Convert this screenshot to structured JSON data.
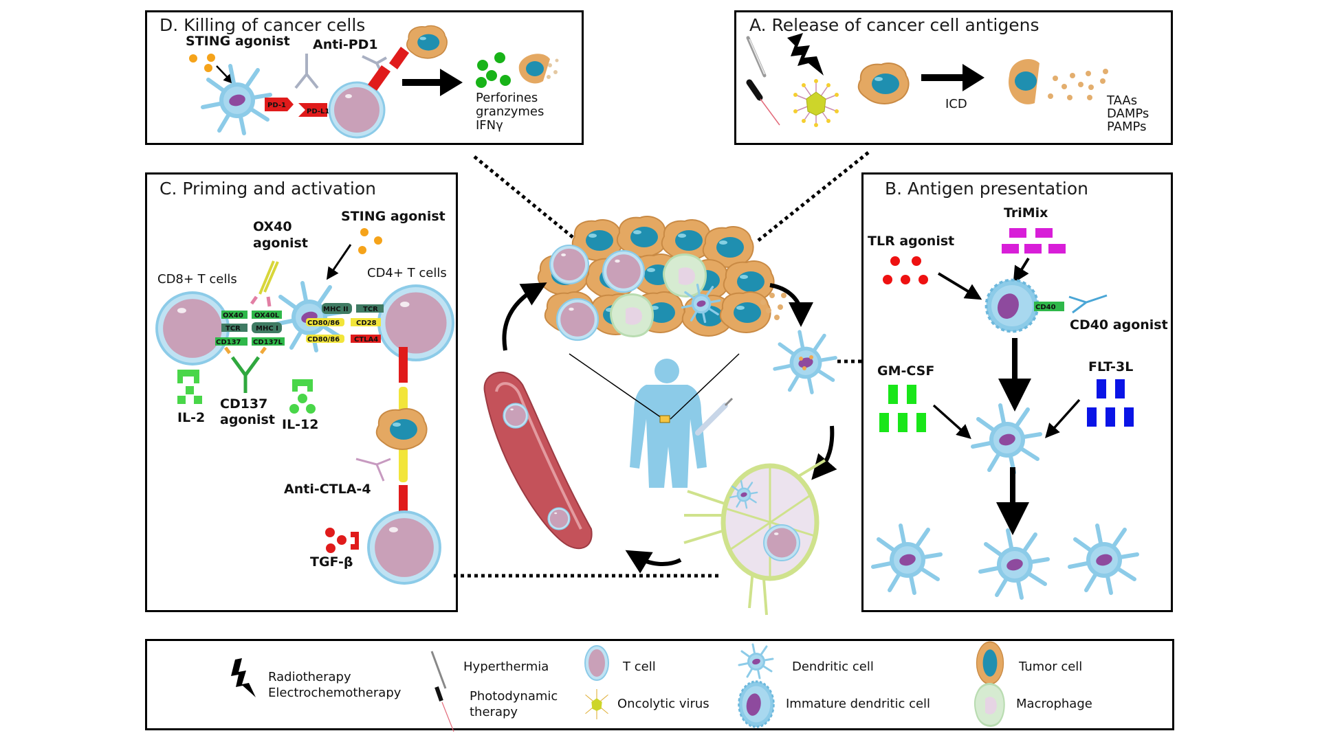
{
  "panels": {
    "d": {
      "title": "D. Killing of cancer cells",
      "sting_agonist": "STING agonist",
      "anti_pd1": "Anti-PD1",
      "receptor_pd1": "PD-1",
      "ligand_pdl1": "PD-L1",
      "outputs": [
        "Perforines",
        "granzymes",
        "IFNγ"
      ]
    },
    "a": {
      "title": "A. Release of cancer cell antigens",
      "process_label": "ICD",
      "outputs": [
        "TAAs",
        "DAMPs",
        "PAMPs"
      ]
    },
    "c": {
      "title": "C. Priming and activation",
      "ox40_agonist": [
        "OX40",
        "agonist"
      ],
      "sting_agonist": "STING agonist",
      "cd8_label": "CD8+ T cells",
      "cd4_label": "CD4+ T cells",
      "receptor_tags": {
        "ox40": "OX40",
        "ox40l": "OX40L",
        "tcr": "TCR",
        "mhc1": "MHC I",
        "mhc2": "MHC II",
        "cd137": "CD137",
        "cd137l": "CD137L",
        "cd80_86": "CD80/86",
        "cd28": "CD28",
        "ctla4": "CTLA4"
      },
      "il2": "IL-2",
      "cd137_agonist": [
        "CD137",
        "agonist"
      ],
      "il12": "IL-12",
      "anti_ctla4": "Anti-CTLA-4",
      "tgf_beta": "TGF-β"
    },
    "b": {
      "title": "B. Antigen presentation",
      "trimix": "TriMix",
      "tlr_agonist": "TLR agonist",
      "cd40_tag": "CD40",
      "cd40_agonist": "CD40 agonist",
      "gm_csf": "GM-CSF",
      "flt3l": "FLT-3L"
    }
  },
  "legend": {
    "items": [
      {
        "icon": "lightning-bolt-icon",
        "label": [
          "Radiotherapy",
          "Electrochemotherapy"
        ]
      },
      {
        "icon": "thermometer-icon",
        "label": [
          "Hyperthermia"
        ]
      },
      {
        "icon": "laser-icon",
        "label": [
          "Photodynamic",
          "therapy"
        ]
      },
      {
        "icon": "t-cell-icon",
        "label": [
          "T cell"
        ]
      },
      {
        "icon": "oncolytic-virus-icon",
        "label": [
          "Oncolytic virus"
        ]
      },
      {
        "icon": "dendritic-cell-icon",
        "label": [
          "Dendritic cell"
        ]
      },
      {
        "icon": "immature-dendritic-cell-icon",
        "label": [
          "Immature dendritic cell"
        ]
      },
      {
        "icon": "tumor-cell-icon",
        "label": [
          "Tumor cell"
        ]
      },
      {
        "icon": "macrophage-icon",
        "label": [
          "Macrophage"
        ]
      }
    ]
  },
  "colors": {
    "tcell_fill": "#c9a0b8",
    "tcell_ring": "#9fd3ec",
    "dc_fill": "#8ccbe8",
    "dc_nucleus": "#8e4a9e",
    "tumor_fill": "#e4a862",
    "tumor_nucleus": "#1f8fb0",
    "sting_dots": "#f5a31a",
    "tlr_dots": "#ee1111",
    "trimix": "#d81ed8",
    "gmcsf": "#19e619",
    "flt3l": "#0a14e6",
    "pd1_red": "#e01b1b",
    "green_receptor": "#2fb84a",
    "dark_green_mhc": "#3f7b63",
    "yellow_cd80": "#f2e53a",
    "ox40_antibody": "#d8d63a",
    "anti_ctla4": "#c79ac0",
    "vessel": "#c4525a",
    "lymph_node": "#cfe28c"
  }
}
